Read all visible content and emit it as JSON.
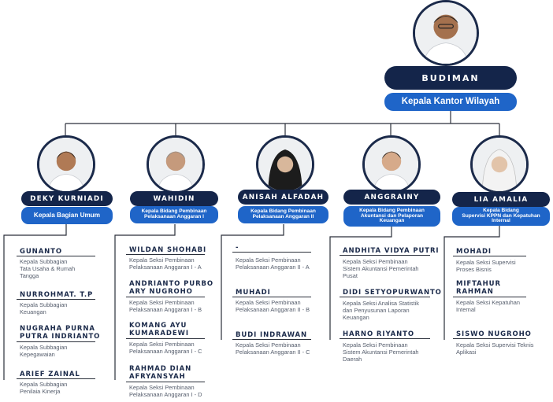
{
  "head": {
    "name": "BUDIMAN",
    "title": "Kepala Kantor Wilayah"
  },
  "units": [
    {
      "name": "DEKY KURNIADI",
      "title": "Kepala Bagian Umum",
      "staff": [
        {
          "name": "GUNANTO",
          "position": "Kepala Subbagian\nTata Usaha & Rumah\nTangga"
        },
        {
          "name": "NURROHMAT. T.P",
          "position": "Kepala Subbagian\nKeuangan"
        },
        {
          "name": "NUGRAHA PURNA\nPUTRA INDRIANTO",
          "position": "Kepala Subbagian\nKepegawaian"
        },
        {
          "name": "ARIEF ZAINAL",
          "position": "Kepala Subbagian\nPenilaia Kinerja"
        }
      ]
    },
    {
      "name": "WAHIDIN",
      "title": "Kepala Bidang Pembinaan\nPelaksanaan Anggaran I",
      "staff": [
        {
          "name": "WILDAN SHOHABI",
          "position": "Kepala Seksi Pembinaan\nPelaksanaan Anggaran I - A"
        },
        {
          "name": "ANDRIANTO PURBO\nARY NUGROHO",
          "position": "Kepala Seksi Pembinaan\nPelaksanaan Anggaran I - B"
        },
        {
          "name": "KOMANG AYU\nKUMARADEWI",
          "position": "Kepala Seksi Pembinaan\nPelaksanaan Anggaran I - C"
        },
        {
          "name": "RAHMAD DIAN\nAFRYANSYAH",
          "position": "Kepala Seksi Pembinaan\nPelaksanaan Anggaran I - D"
        }
      ]
    },
    {
      "name": "ANISAH ALFADAH",
      "title": "Kepala Bidang Pembinaan\nPelaksanaan Anggaran II",
      "staff": [
        {
          "name": "-",
          "position": "Kepala Seksi Pembinaan\nPelaksanaan Anggaran II - A"
        },
        {
          "name": "MUHADI",
          "position": "Kepala Seksi Pembinaan\nPelaksanaan Anggaran II - B"
        },
        {
          "name": "BUDI INDRAWAN",
          "position": "Kepala Seksi Pembinaan\nPelaksanaan Anggaran II - C"
        }
      ]
    },
    {
      "name": "ANGGRAINY",
      "title": "Kepala Bidang Pembinaan\nAkuntansi dan Pelaporan\nKeuangan",
      "staff": [
        {
          "name": "ANDHITA VIDYA PUTRI",
          "position": "Kepala Seksi Pembinaan\nSistem Akuntansi Pemerintah\nPusat"
        },
        {
          "name": "DIDI SETYOPURWANTO",
          "position": "Kepala Seksi Analisa Statistik\ndan Penyusunan Laporan\nKeuangan"
        },
        {
          "name": "HARNO RIYANTO",
          "position": "Kepala Seksi Pembinaan\nSistem Akuntansi Pemerintah\nDaerah"
        }
      ]
    },
    {
      "name": "LIA AMALIA",
      "title": "Kepala Bidang\nSupervisi KPPN dan Kepatuhan\nInternal",
      "staff": [
        {
          "name": "MOHADI",
          "position": "Kepala Seksi Supervisi\nProses Bisnis"
        },
        {
          "name": "MIFTAHUR\nRAHMAN",
          "position": "Kepala Seksi Kepatuhan\nInternal"
        },
        {
          "name": "SISWO NUGROHO",
          "position": "Kepala Seksi Supervisi Teknis\nAplikasi"
        }
      ]
    }
  ]
}
